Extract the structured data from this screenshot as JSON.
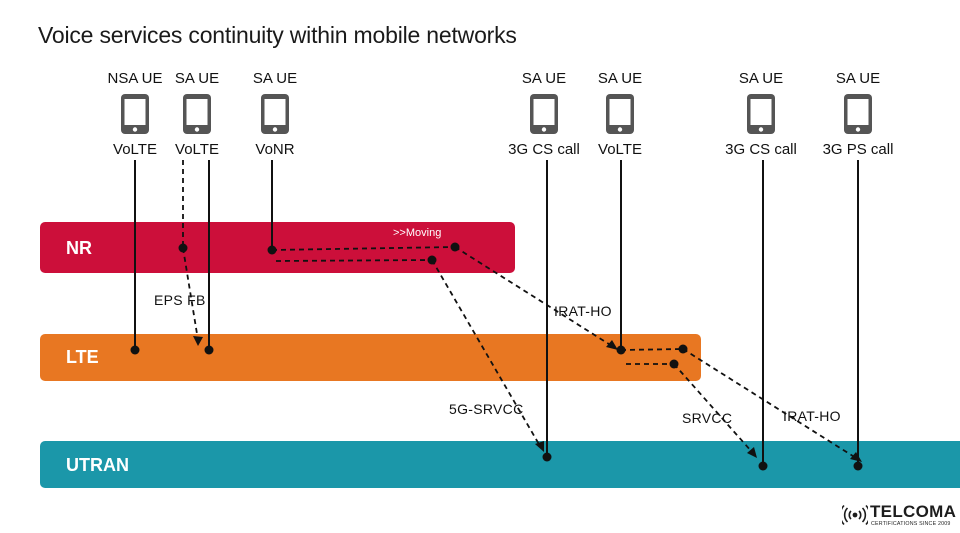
{
  "title": "Voice services continuity within mobile networks",
  "bands": {
    "nr": {
      "label": "NR",
      "color": "#CC0F3A"
    },
    "lte": {
      "label": "LTE",
      "color": "#E87722"
    },
    "utran": {
      "label": "UTRAN",
      "color": "#1B97A9"
    }
  },
  "ues": [
    {
      "type": "NSA UE",
      "service": "VoLTE"
    },
    {
      "type": "SA UE",
      "service": "VoLTE"
    },
    {
      "type": "SA UE",
      "service": "VoNR"
    },
    {
      "type": "SA UE",
      "service": "3G CS call"
    },
    {
      "type": "SA UE",
      "service": "VoLTE"
    },
    {
      "type": "SA UE",
      "service": "3G CS call"
    },
    {
      "type": "SA UE",
      "service": "3G PS call"
    }
  ],
  "labels": {
    "moving": ">>Moving",
    "eps_fb": "EPS FB",
    "irat_ho_1": "IRAT-HO",
    "srvcc_5g": "5G-SRVCC",
    "srvcc": "SRVCC",
    "irat_ho_2": "IRAT-HO"
  },
  "logo": {
    "name": "TELCOMA",
    "subtitle": "CERTIFICATIONS SINCE 2009"
  },
  "icons": {
    "phone": "mobile-phone-icon",
    "logo_mark": "signal-waves-icon"
  },
  "colors": {
    "phone": "#555555",
    "line": "#111111"
  }
}
